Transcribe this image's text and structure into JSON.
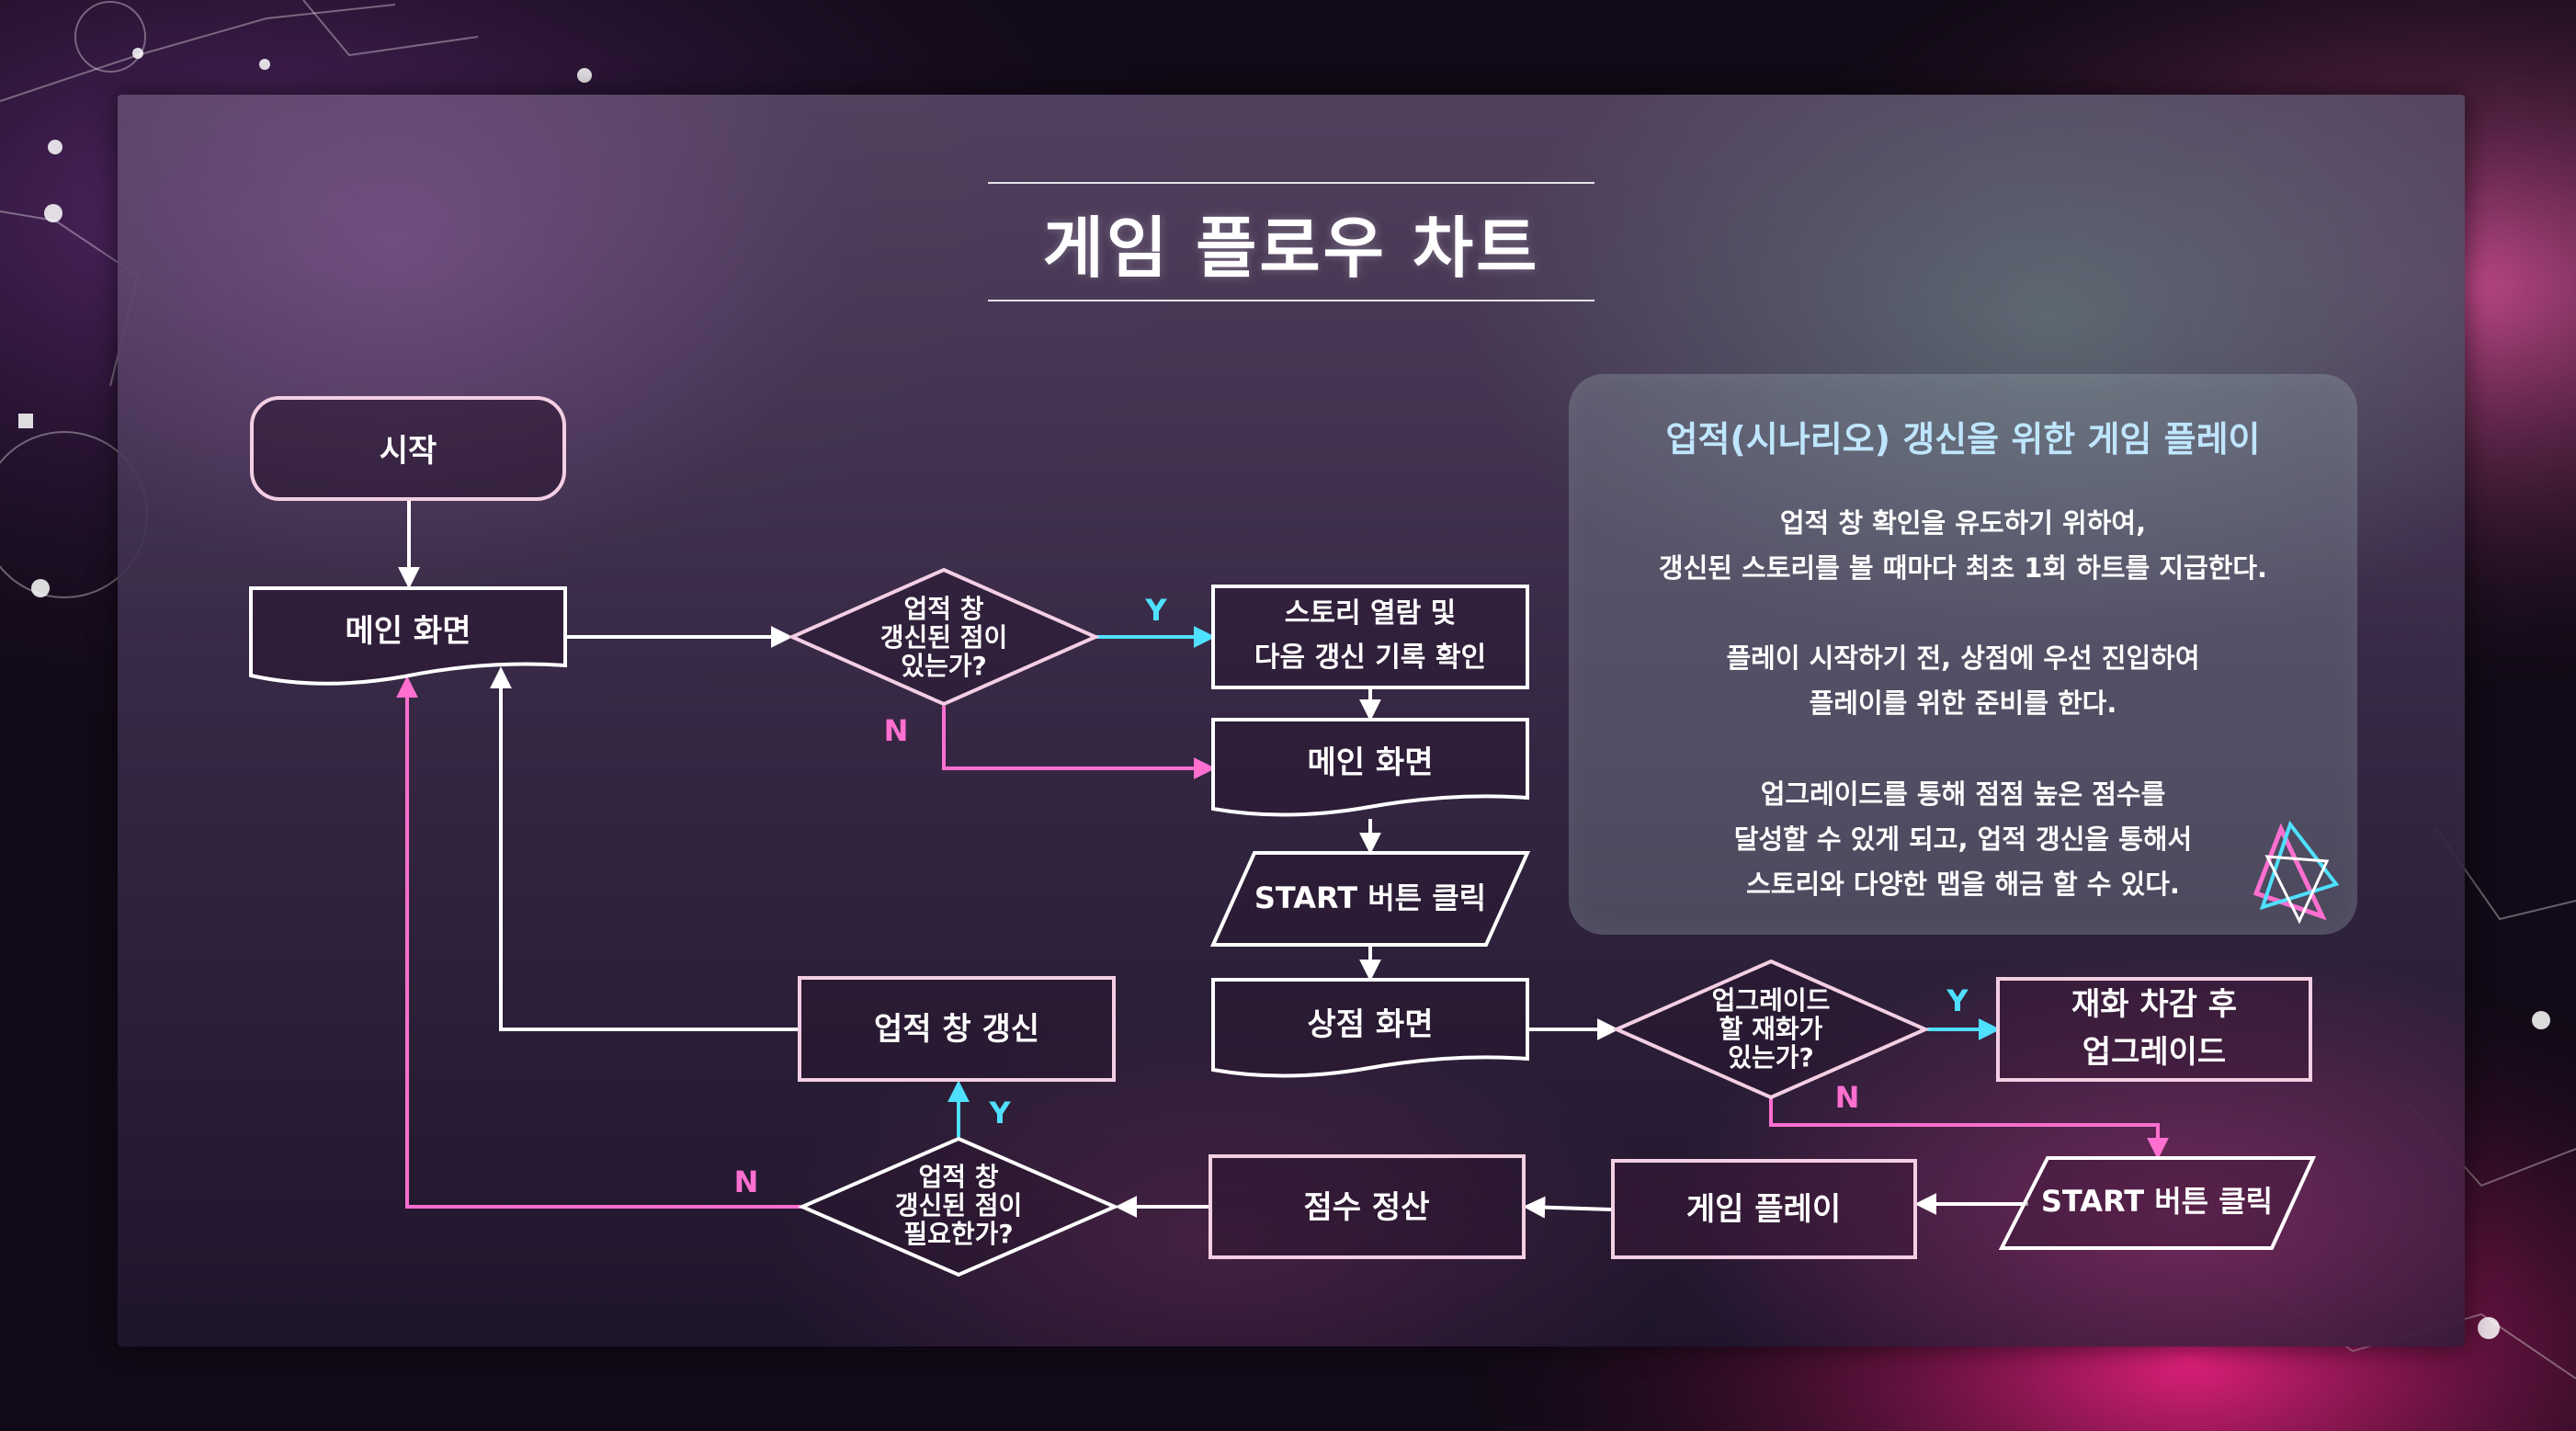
{
  "title": "게임 플로우 차트",
  "flow": {
    "start": "시작",
    "main1": "메인 화면",
    "d1": [
      "업적 창",
      "갱신된 점이",
      "있는가?"
    ],
    "story": [
      "스토리 열람 및",
      "다음 갱신 기록 확인"
    ],
    "main2": "메인 화면",
    "start_btn1": "START 버튼 클릭",
    "shop": "상점 화면",
    "d2": [
      "업그레이드",
      "할 재화가",
      "있는가?"
    ],
    "upgrade": [
      "재화 차감 후",
      "업그레이드"
    ],
    "start_btn2": "START 버튼 클릭",
    "play": "게임 플레이",
    "score": "점수 정산",
    "d3": [
      "업적 창",
      "갱신된 점이",
      "필요한가?"
    ],
    "ach_update": "업적 창 갱신",
    "y": "Y",
    "n": "N"
  },
  "info": {
    "heading": "업적(시나리오) 갱신을 위한 게임 플레이",
    "p1": [
      "업적 창 확인을 유도하기 위하여,",
      "갱신된 스토리를 볼 때마다 최초 1회 하트를 지급한다."
    ],
    "p2": [
      "플레이 시작하기 전, 상점에 우선 진입하여",
      "플레이를 위한 준비를 한다."
    ],
    "p3": [
      "업그레이드를 통해 점점 높은 점수를",
      "달성할 수 있게 되고, 업적 갱신을 통해서",
      "스토리와 다양한 맵을 해금 할 수 있다."
    ]
  },
  "colors": {
    "pink": "#ff6fcf",
    "cyan": "#4fe0ff",
    "node_border": "#f4cfe4",
    "white": "#ffffff"
  },
  "icons": [
    "triangle-logo-icon"
  ]
}
